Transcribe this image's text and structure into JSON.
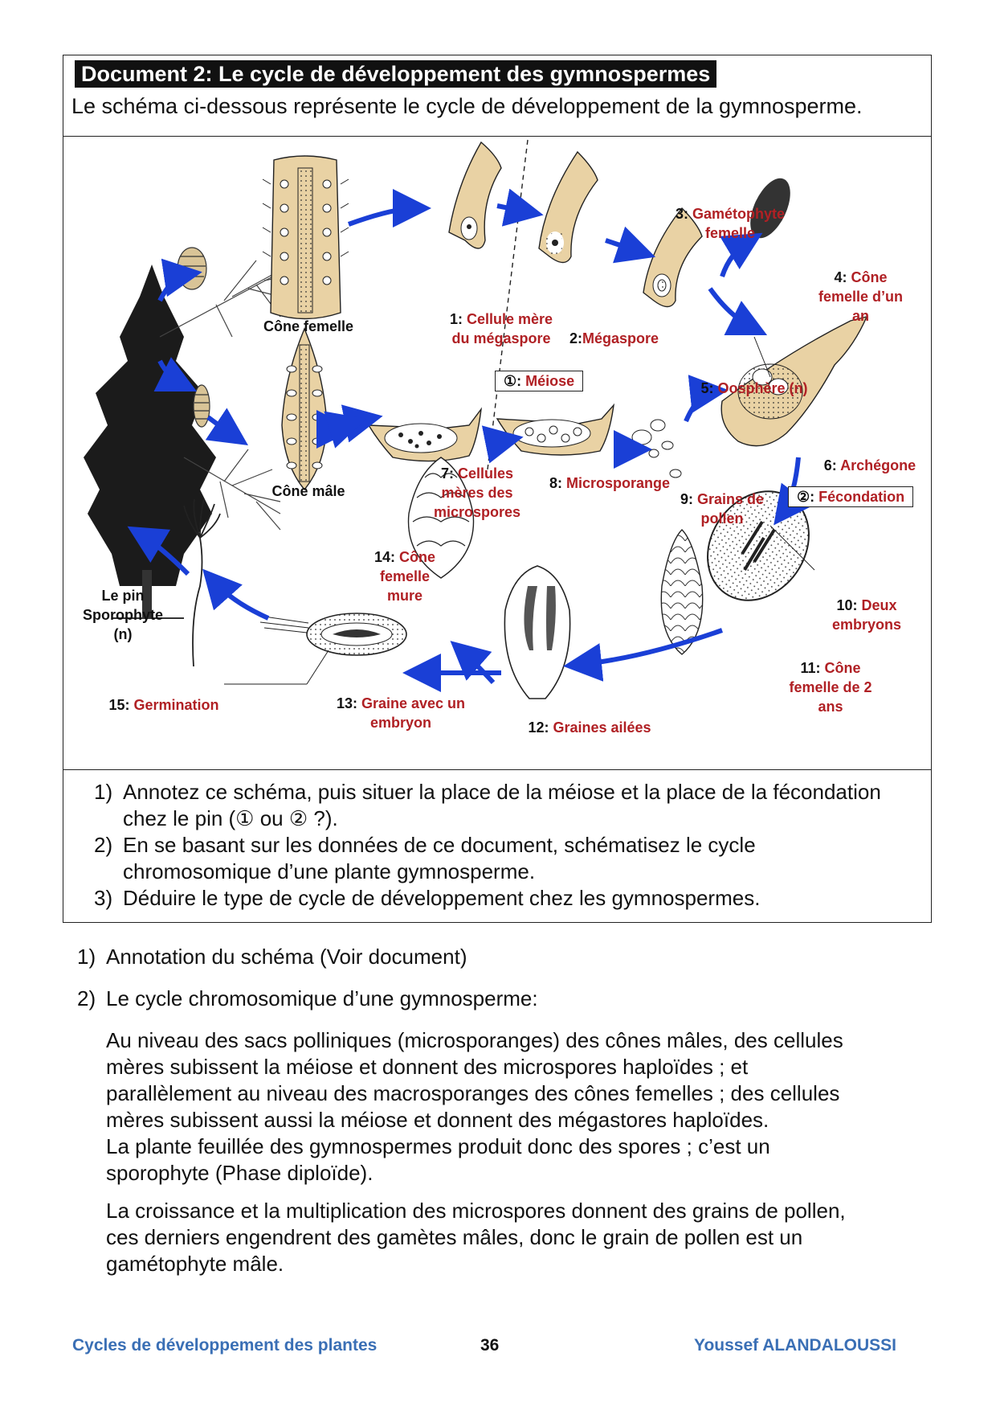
{
  "document": {
    "title": "Document 2: Le cycle de développement des gymnospermes",
    "intro": "Le schéma ci-dessous représente le cycle de développement de la gymnosperme."
  },
  "figure": {
    "labels": {
      "cone_femelle": "Cône femelle",
      "cone_male": "Cône mâle",
      "le_pin": "Le pin\nSporophyte\n(n)",
      "l1_num": "1:",
      "l1_text": "Cellule mère\ndu mégaspore",
      "l2_num": "2:",
      "l2_text": "Mégaspore",
      "l3_num": "3:",
      "l3_text": "Gamétophyte\nfemelle",
      "l4_num": "4:",
      "l4_text": "Cône\nfemelle d’un\nan",
      "l5_num": "5:",
      "l5_text": "Oosphère (n)",
      "l6_num": "6:",
      "l6_text": "Archégone",
      "l7_num": "7:",
      "l7_text": "Cellules\nmères des\nmicrospores",
      "l8_num": "8:",
      "l8_text": "Microsporange",
      "l9_num": "9:",
      "l9_text": "Grains de\npollen",
      "l10_num": "10:",
      "l10_text": "Deux\nembryons",
      "l11_num": "11:",
      "l11_text": "Cône\nfemelle de 2\nans",
      "l12_num": "12:",
      "l12_text": "Graines ailées",
      "l13_num": "13:",
      "l13_text": "Graine avec un\nembryon",
      "l14_num": "14:",
      "l14_text": "Cône\nfemelle\nmure",
      "l15_num": "15:",
      "l15_text": "Germination",
      "meiose_num": "①:",
      "meiose_text": "Méiose",
      "fecondation_num": "②:",
      "fecondation_text": "Fécondation"
    },
    "colors": {
      "arrow": "#1a3fd6",
      "label_red": "#b02024",
      "tissue": "#e9d2a4",
      "outline": "#222222"
    }
  },
  "questions": [
    {
      "num": "1)",
      "text": "Annotez ce schéma, puis situer la place de la méiose et la place de la fécondation chez le pin (① ou ② ?)."
    },
    {
      "num": "2)",
      "text": "En se basant sur les données de ce document, schématisez le cycle chromosomique d’une plante gymnosperme."
    },
    {
      "num": "3)",
      "text": "Déduire le type de cycle de développement chez les gymnospermes."
    }
  ],
  "answers": {
    "a1_num": "1)",
    "a1_text": "Annotation du schéma (Voir document)",
    "a2_num": "2)",
    "a2_text": "Le cycle chromosomique d’une gymnosperme:",
    "p1": "Au niveau des sacs polliniques (microsporanges) des cônes mâles, des cellules\nmères subissent la méiose et donnent des microspores haploïdes ; et\nparallèlement au niveau des macrosporanges des cônes femelles ; des cellules\nmères subissent aussi la méiose et donnent des mégastores haploïdes.\nLa plante feuillée des gymnospermes produit donc des spores ; c’est un\nsporophyte (Phase diploïde).",
    "p2": "La croissance et la multiplication des microspores donnent des grains de pollen,\nces derniers engendrent des gamètes mâles, donc le grain de pollen est un\ngamétophyte mâle."
  },
  "footer": {
    "left": "Cycles de développement des plantes",
    "page": "36",
    "right": "Youssef ALANDALOUSSI"
  }
}
